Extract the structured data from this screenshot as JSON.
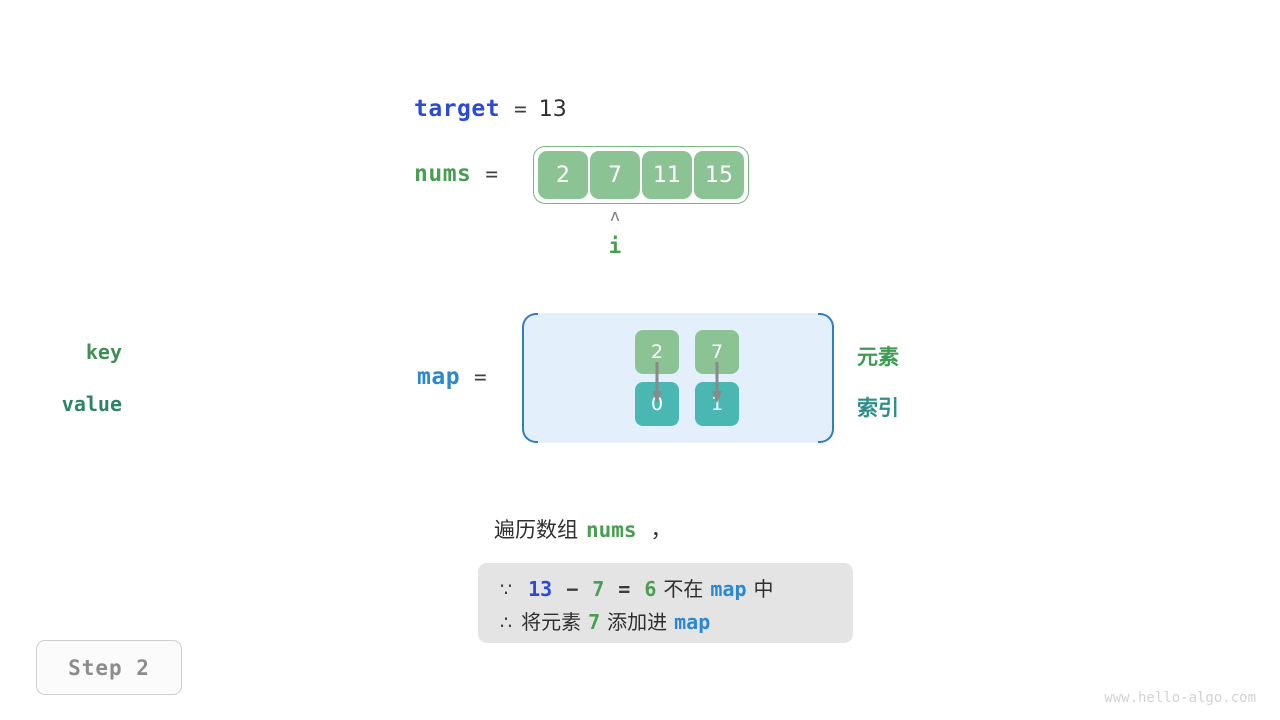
{
  "target": {
    "name": "target",
    "equals": "=",
    "value": "13"
  },
  "nums": {
    "name": "nums",
    "equals": "=",
    "cells": [
      "2",
      "7",
      "11",
      "15"
    ]
  },
  "pointer": {
    "caret": "ʌ",
    "label": "i"
  },
  "map": {
    "name": "map",
    "equals": "=",
    "key_label": "key",
    "value_label": "value",
    "keys": [
      "2",
      "7"
    ],
    "values": [
      "0",
      "1"
    ],
    "side_element_label": "元素",
    "side_index_label": "索引"
  },
  "caption": {
    "prefix": "遍历数组",
    "code": "nums",
    "comma": "，"
  },
  "note": {
    "line1": {
      "symbol": "∵",
      "a": "13",
      "minus": "−",
      "b": "7",
      "eq": "=",
      "result": "6",
      "text_mid": "不在",
      "token": "map",
      "text_end": "中"
    },
    "line2": {
      "symbol": "∴",
      "text_start": "将元素",
      "token_num": "7",
      "text_mid": "添加进",
      "token": "map"
    }
  },
  "step_badge": {
    "label": "Step 2"
  },
  "watermark": {
    "text": "www.hello-algo.com"
  },
  "colors": {
    "target_blue": "#2b4ad6",
    "nums_green": "#4a9e52",
    "map_blue": "#2b87d1",
    "cell_green": "#8cc395",
    "cell_teal": "#4bb7b2",
    "map_bg": "#e3f0fb",
    "map_border": "#2f7dc4",
    "note_bg": "#e4e4e4",
    "arrow_gray": "#808080"
  }
}
